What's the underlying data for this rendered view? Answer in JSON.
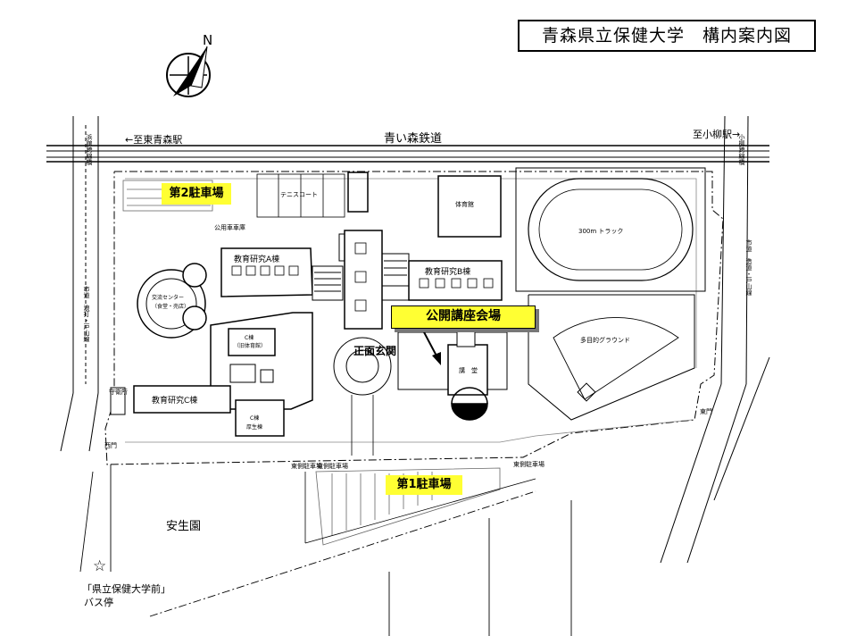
{
  "title": "青森県立保健大学　構内案内図",
  "compass": {
    "label": "N"
  },
  "railway": {
    "name": "青い森鉄道",
    "west_dest": "←至東青森駅",
    "east_dest": "至小柳駅→"
  },
  "parking": {
    "p2": "第2駐車場",
    "p1": "第1駐車場",
    "public_garage": "公用車車庫",
    "small_lot_1": "東側駐車場",
    "small_lot_2": "東側駐車場",
    "small_lot_3": "東側駐車場"
  },
  "buildings": {
    "tennis": "テニスコート",
    "gym": "体育館",
    "track": "300m トラック",
    "bldg_a": "教育研究A棟",
    "bldg_b": "教育研究B棟",
    "bldg_c": "教育研究C棟",
    "exchange_center_1": "交流センター",
    "exchange_center_2": "（食堂・売店）",
    "c_old_gym_1": "C棟",
    "c_old_gym_2": "（旧体育館）",
    "c_welfare_1": "C棟",
    "c_welfare_2": "厚生棟",
    "lecture_hall": "講　堂",
    "ground": "多目的グラウンド",
    "neighbor": "安生園"
  },
  "entrance": "正面玄関",
  "venue": "公開講座会場",
  "gates": {
    "west": "西門",
    "east": "東門",
    "guard": "守衛所"
  },
  "roads": {
    "left_1": "浜館跨線橋",
    "left_2": "市道　浪打・戸山線",
    "right_1": "小柳跨線橋",
    "right_2": "市道　造道・戸山線"
  },
  "bus_stop": {
    "name": "「県立保健大学前」",
    "sub": "バス停"
  }
}
